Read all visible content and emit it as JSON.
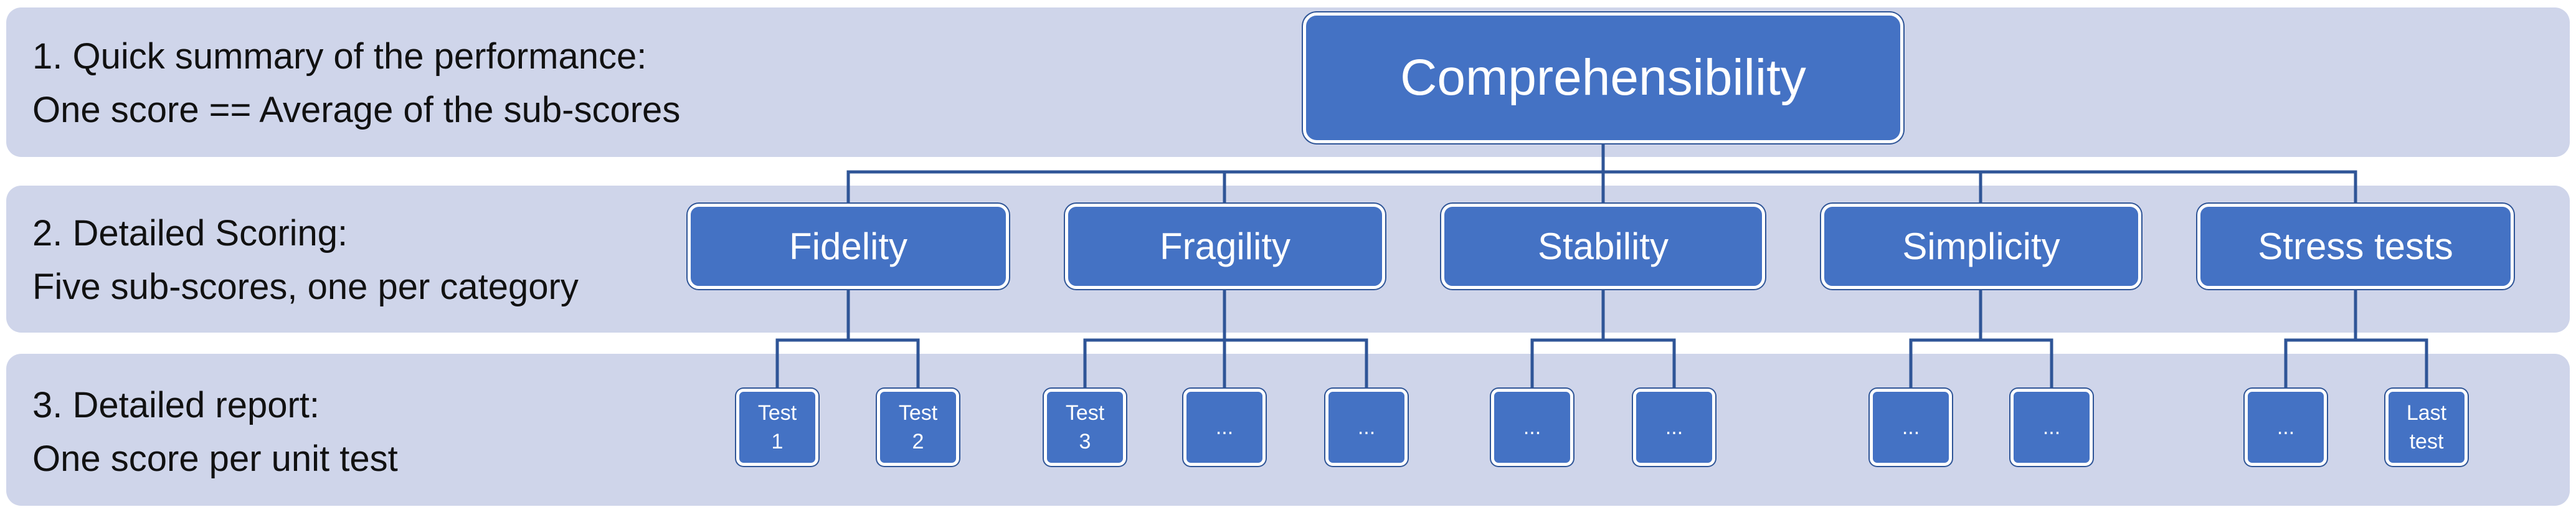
{
  "levels": [
    {
      "line1": "1. Quick summary of the performance:",
      "line2": "One score == Average of the sub-scores"
    },
    {
      "line1": "2. Detailed Scoring:",
      "line2": "Five sub-scores, one per category"
    },
    {
      "line1": "3. Detailed report:",
      "line2": "One score per unit test"
    }
  ],
  "root": {
    "label": "Comprehensibility"
  },
  "categories": [
    {
      "label": "Fidelity"
    },
    {
      "label": "Fragility"
    },
    {
      "label": "Stability"
    },
    {
      "label": "Simplicity"
    },
    {
      "label": "Stress tests"
    }
  ],
  "tests": [
    {
      "line1": "Test",
      "line2": "1"
    },
    {
      "line1": "Test",
      "line2": "2"
    },
    {
      "line1": "Test",
      "line2": "3"
    },
    {
      "line1": "...",
      "line2": ""
    },
    {
      "line1": "...",
      "line2": ""
    },
    {
      "line1": "...",
      "line2": ""
    },
    {
      "line1": "...",
      "line2": ""
    },
    {
      "line1": "...",
      "line2": ""
    },
    {
      "line1": "...",
      "line2": ""
    },
    {
      "line1": "...",
      "line2": ""
    },
    {
      "line1": "Last",
      "line2": "test"
    }
  ],
  "colors": {
    "band": "#cfd5ea",
    "node_fill": "#4472c4",
    "connector": "#2f5597"
  }
}
